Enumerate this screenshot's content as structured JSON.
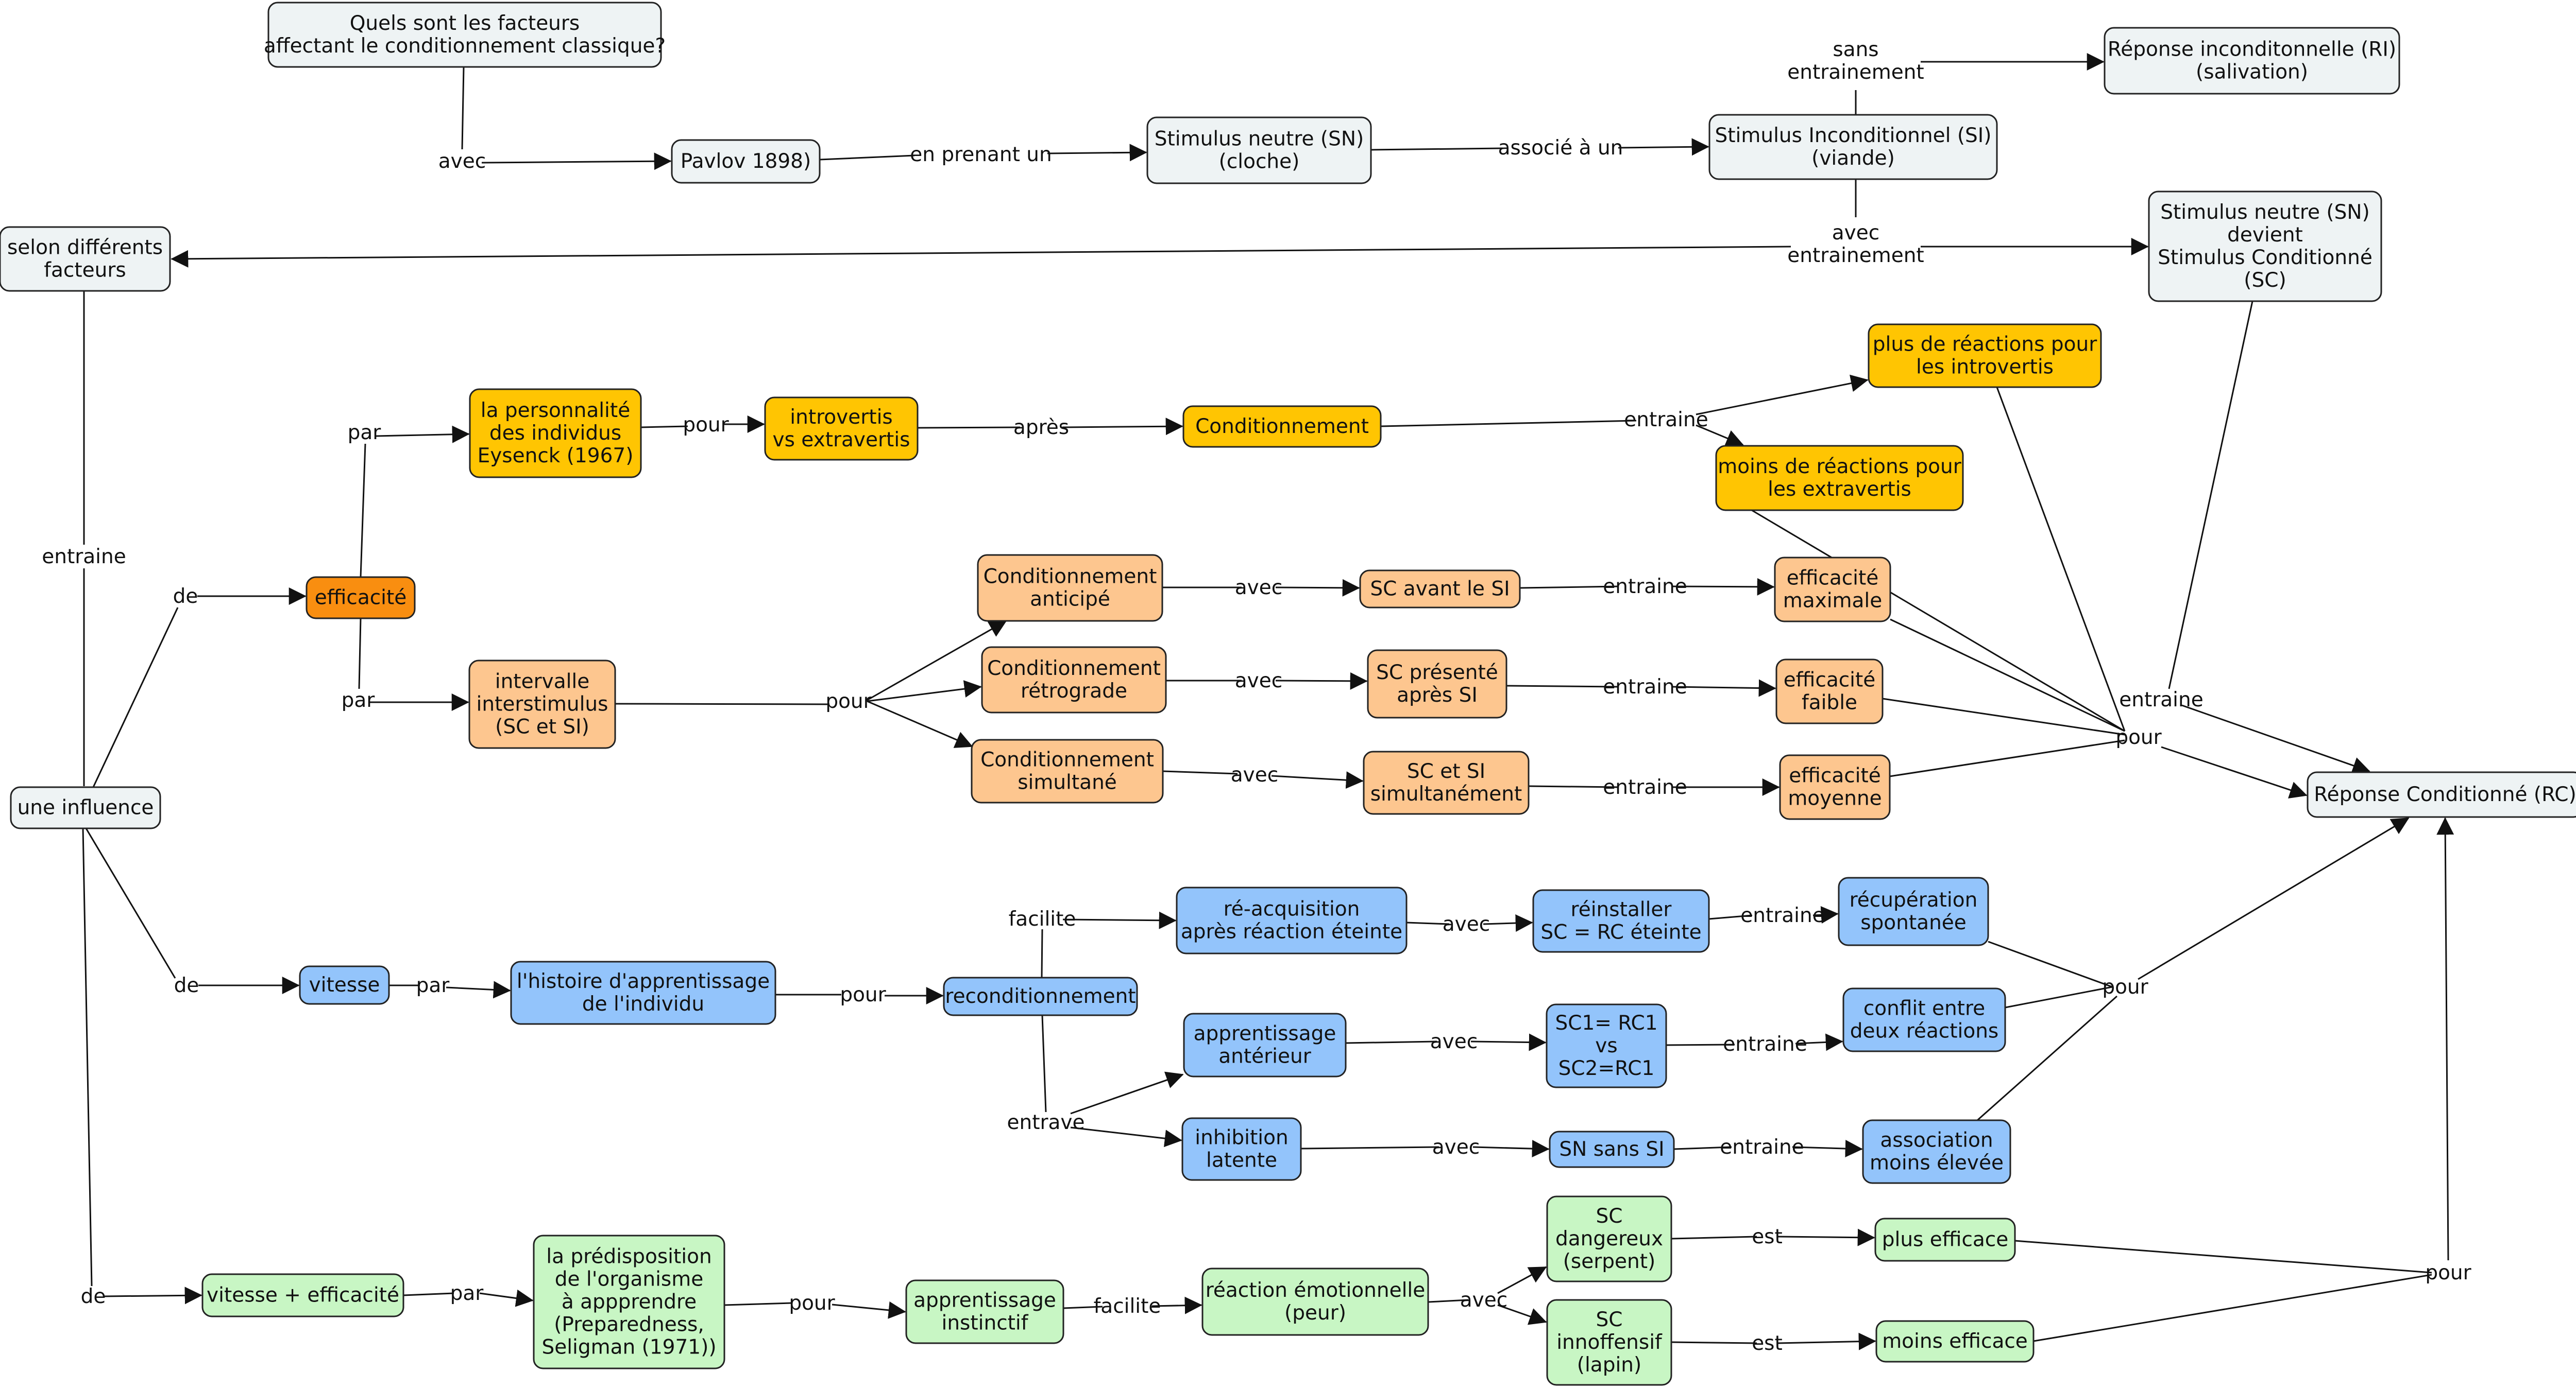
{
  "colors": {
    "grey": "#EEF3F4",
    "yellow": "#FFC502",
    "orange": "#F98E10",
    "peach": "#FDC68F",
    "blue": "#93C4FB",
    "green": "#C8F6C4",
    "stroke": "#222222",
    "line": "#111111"
  },
  "nodes": [
    {
      "id": "question",
      "lines": [
        "Quels sont les facteurs",
        "affectant le conditionnement classique?"
      ],
      "color": "grey"
    },
    {
      "id": "pavlov",
      "lines": [
        "Pavlov 1898)"
      ],
      "color": "grey"
    },
    {
      "id": "sn",
      "lines": [
        "Stimulus neutre (SN)",
        "(cloche)"
      ],
      "color": "grey"
    },
    {
      "id": "si",
      "lines": [
        "Stimulus Inconditionnel (SI)",
        "(viande)"
      ],
      "color": "grey"
    },
    {
      "id": "ri",
      "lines": [
        "Réponse inconditonnelle (RI)",
        "(salivation)"
      ],
      "color": "grey"
    },
    {
      "id": "snsc",
      "lines": [
        "Stimulus neutre (SN)",
        "devient",
        "Stimulus Conditionné",
        "(SC)"
      ],
      "color": "grey"
    },
    {
      "id": "selon",
      "lines": [
        "selon différents",
        "facteurs"
      ],
      "color": "grey"
    },
    {
      "id": "influence",
      "lines": [
        "une influence"
      ],
      "color": "grey"
    },
    {
      "id": "rc",
      "lines": [
        "Réponse Conditionné (RC)"
      ],
      "color": "grey"
    },
    {
      "id": "efficacite",
      "lines": [
        "efficacité"
      ],
      "color": "orange"
    },
    {
      "id": "perso",
      "lines": [
        "la personnalité",
        "des individus",
        "Eysenck (1967)"
      ],
      "color": "yellow"
    },
    {
      "id": "introvertis",
      "lines": [
        "introvertis",
        "vs extravertis"
      ],
      "color": "yellow"
    },
    {
      "id": "conditionnement",
      "lines": [
        "Conditionnement"
      ],
      "color": "yellow"
    },
    {
      "id": "plus_intro",
      "lines": [
        "plus de réactions pour",
        "les introvertis"
      ],
      "color": "yellow"
    },
    {
      "id": "moins_extra",
      "lines": [
        "moins de réactions pour",
        "les extravertis"
      ],
      "color": "yellow"
    },
    {
      "id": "intervalle",
      "lines": [
        "intervalle",
        "interstimulus",
        "(SC et SI)"
      ],
      "color": "peach"
    },
    {
      "id": "anticipe",
      "lines": [
        "Conditionnement",
        "anticipé"
      ],
      "color": "peach"
    },
    {
      "id": "retrograde",
      "lines": [
        "Conditionnement",
        "rétrograde"
      ],
      "color": "peach"
    },
    {
      "id": "simultane",
      "lines": [
        "Conditionnement",
        "simultané"
      ],
      "color": "peach"
    },
    {
      "id": "sc_avant",
      "lines": [
        "SC avant le SI"
      ],
      "color": "peach"
    },
    {
      "id": "sc_apres",
      "lines": [
        "SC présenté",
        "après SI"
      ],
      "color": "peach"
    },
    {
      "id": "sc_simult",
      "lines": [
        "SC et SI",
        "simultanément"
      ],
      "color": "peach"
    },
    {
      "id": "eff_max",
      "lines": [
        "efficacité",
        "maximale"
      ],
      "color": "peach"
    },
    {
      "id": "eff_faible",
      "lines": [
        "efficacité",
        "faible"
      ],
      "color": "peach"
    },
    {
      "id": "eff_moyenne",
      "lines": [
        "efficacité",
        "moyenne"
      ],
      "color": "peach"
    },
    {
      "id": "vitesse",
      "lines": [
        "vitesse"
      ],
      "color": "blue"
    },
    {
      "id": "histoire",
      "lines": [
        "l'histoire d'apprentissage",
        "de l'individu"
      ],
      "color": "blue"
    },
    {
      "id": "recond",
      "lines": [
        "reconditionnement"
      ],
      "color": "blue"
    },
    {
      "id": "reacq",
      "lines": [
        "ré-acquisition",
        "après réaction éteinte"
      ],
      "color": "blue"
    },
    {
      "id": "reinstaller",
      "lines": [
        "réinstaller",
        "SC = RC éteinte"
      ],
      "color": "blue"
    },
    {
      "id": "recup",
      "lines": [
        "récupération",
        "spontanée"
      ],
      "color": "blue"
    },
    {
      "id": "appr_ant",
      "lines": [
        "apprentissage",
        "antérieur"
      ],
      "color": "blue"
    },
    {
      "id": "sc1sc2",
      "lines": [
        "SC1= RC1",
        "vs",
        "SC2=RC1"
      ],
      "color": "blue"
    },
    {
      "id": "conflit",
      "lines": [
        "conflit entre",
        "deux réactions"
      ],
      "color": "blue"
    },
    {
      "id": "inhibition",
      "lines": [
        "inhibition",
        "latente"
      ],
      "color": "blue"
    },
    {
      "id": "sn_sans_si",
      "lines": [
        "SN sans SI"
      ],
      "color": "blue"
    },
    {
      "id": "association",
      "lines": [
        "association",
        "moins élevée"
      ],
      "color": "blue"
    },
    {
      "id": "vit_eff",
      "lines": [
        "vitesse + efficacité"
      ],
      "color": "green"
    },
    {
      "id": "predisposition",
      "lines": [
        "la prédisposition",
        "de l'organisme",
        "à appprendre",
        "(Preparedness,",
        "Seligman (1971))"
      ],
      "color": "green"
    },
    {
      "id": "appr_inst",
      "lines": [
        "apprentissage",
        "instinctif"
      ],
      "color": "green"
    },
    {
      "id": "reaction_emo",
      "lines": [
        "réaction émotionnelle",
        "(peur)"
      ],
      "color": "green"
    },
    {
      "id": "sc_dang",
      "lines": [
        "SC",
        "dangereux",
        "(serpent)"
      ],
      "color": "green"
    },
    {
      "id": "sc_inoff",
      "lines": [
        "SC",
        "innoffensif",
        "(lapin)"
      ],
      "color": "green"
    },
    {
      "id": "plus_eff",
      "lines": [
        "plus efficace"
      ],
      "color": "green"
    },
    {
      "id": "moins_eff",
      "lines": [
        "moins efficace"
      ],
      "color": "green"
    }
  ],
  "link_labels": [
    {
      "id": "avec_q",
      "text": "avec"
    },
    {
      "id": "en_prenant",
      "text": "en prenant un"
    },
    {
      "id": "associe",
      "text": "associé à un"
    },
    {
      "id": "sans_ent",
      "text": "sans\nentrainement"
    },
    {
      "id": "avec_ent",
      "text": "avec\nentrainement"
    },
    {
      "id": "entraine_selon",
      "text": "entraine"
    },
    {
      "id": "de_eff",
      "text": "de"
    },
    {
      "id": "par_perso",
      "text": "par"
    },
    {
      "id": "par_int",
      "text": "par"
    },
    {
      "id": "pour_intro",
      "text": "pour"
    },
    {
      "id": "apres",
      "text": "après"
    },
    {
      "id": "entraine_cond",
      "text": "entraine"
    },
    {
      "id": "pour_int",
      "text": "pour"
    },
    {
      "id": "avec_ant",
      "text": "avec"
    },
    {
      "id": "avec_retro",
      "text": "avec"
    },
    {
      "id": "avec_sim",
      "text": "avec"
    },
    {
      "id": "entraine_max",
      "text": "entraine"
    },
    {
      "id": "entraine_faible",
      "text": "entraine"
    },
    {
      "id": "entraine_moy",
      "text": "entraine"
    },
    {
      "id": "pour_rc1",
      "text": "pour"
    },
    {
      "id": "entraine_rc",
      "text": "entraine"
    },
    {
      "id": "de_vit",
      "text": "de"
    },
    {
      "id": "par_vit",
      "text": "par"
    },
    {
      "id": "pour_hist",
      "text": "pour"
    },
    {
      "id": "facilite_rec",
      "text": "facilite"
    },
    {
      "id": "entrave",
      "text": "entrave"
    },
    {
      "id": "avec_reacq",
      "text": "avec"
    },
    {
      "id": "entraine_recup",
      "text": "entraine"
    },
    {
      "id": "avec_appr",
      "text": "avec"
    },
    {
      "id": "entraine_conflit",
      "text": "entraine"
    },
    {
      "id": "avec_inhib",
      "text": "avec"
    },
    {
      "id": "entraine_assoc",
      "text": "entraine"
    },
    {
      "id": "pour_rc2",
      "text": "pour"
    },
    {
      "id": "de_ve",
      "text": "de"
    },
    {
      "id": "par_ve",
      "text": "par"
    },
    {
      "id": "pour_pred",
      "text": "pour"
    },
    {
      "id": "facilite_inst",
      "text": "facilite"
    },
    {
      "id": "avec_emo",
      "text": "avec"
    },
    {
      "id": "est_dang",
      "text": "est"
    },
    {
      "id": "est_inoff",
      "text": "est"
    },
    {
      "id": "pour_rc3",
      "text": "pour"
    }
  ]
}
